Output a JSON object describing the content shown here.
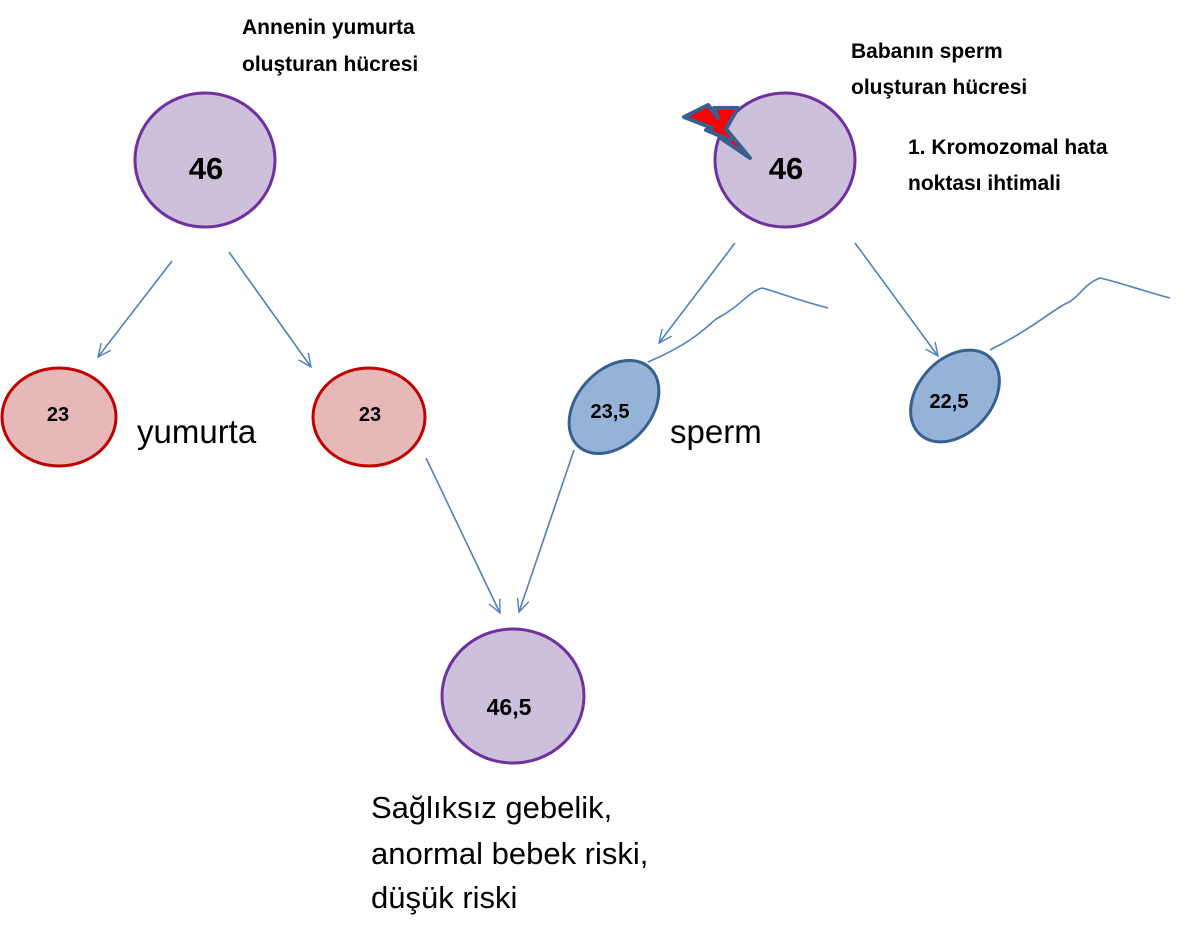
{
  "colors": {
    "cell_fill": "#ccc0da",
    "cell_stroke": "#7030a0",
    "egg_fill": "#e6b9b8",
    "egg_stroke": "#c00000",
    "sperm_fill": "#95b3d7",
    "sperm_stroke": "#376092",
    "arrow": "#4f81bd",
    "lightning_fill": "#ff0000",
    "lightning_stroke": "#376092"
  },
  "mother": {
    "label_line1": "Annenin yumurta",
    "label_line2": "oluşturan  hücresi",
    "count": "46"
  },
  "father": {
    "label_line1": "Babanın sperm",
    "label_line2": "oluşturan  hücresi",
    "count": "46",
    "error_note_line1": "1. Kromozomal hata",
    "error_note_line2": "noktası ihtimali",
    "error_icon": "lightning-bolt-icon"
  },
  "eggs": [
    {
      "count": "23"
    },
    {
      "count": "23"
    }
  ],
  "egg_label": "yumurta",
  "sperms": [
    {
      "count": "23,5"
    },
    {
      "count": "22,5"
    }
  ],
  "sperm_label": "sperm",
  "result": {
    "count": "46,5",
    "outcome_line1": "Sağlıksız gebelik,",
    "outcome_line2": "anormal bebek riski,",
    "outcome_line3": "düşük riski"
  }
}
